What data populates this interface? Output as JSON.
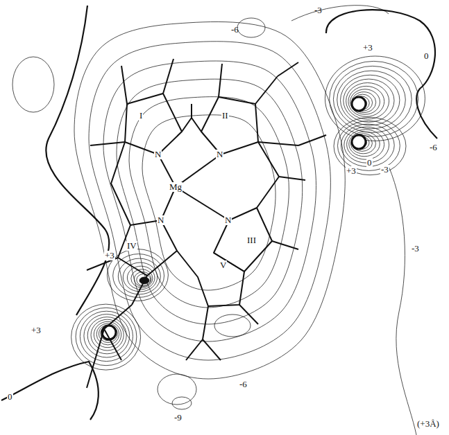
{
  "diagram": {
    "labels": [
      "-6",
      "-3",
      "+3",
      "0",
      "+3",
      "0",
      "-3",
      "-6",
      "-3",
      "+3",
      "+3",
      "0",
      "-6",
      "-9",
      "I",
      "II",
      "III",
      "IV",
      "V",
      "N",
      "N",
      "N",
      "N",
      "Mg",
      "(+3Å)"
    ]
  }
}
